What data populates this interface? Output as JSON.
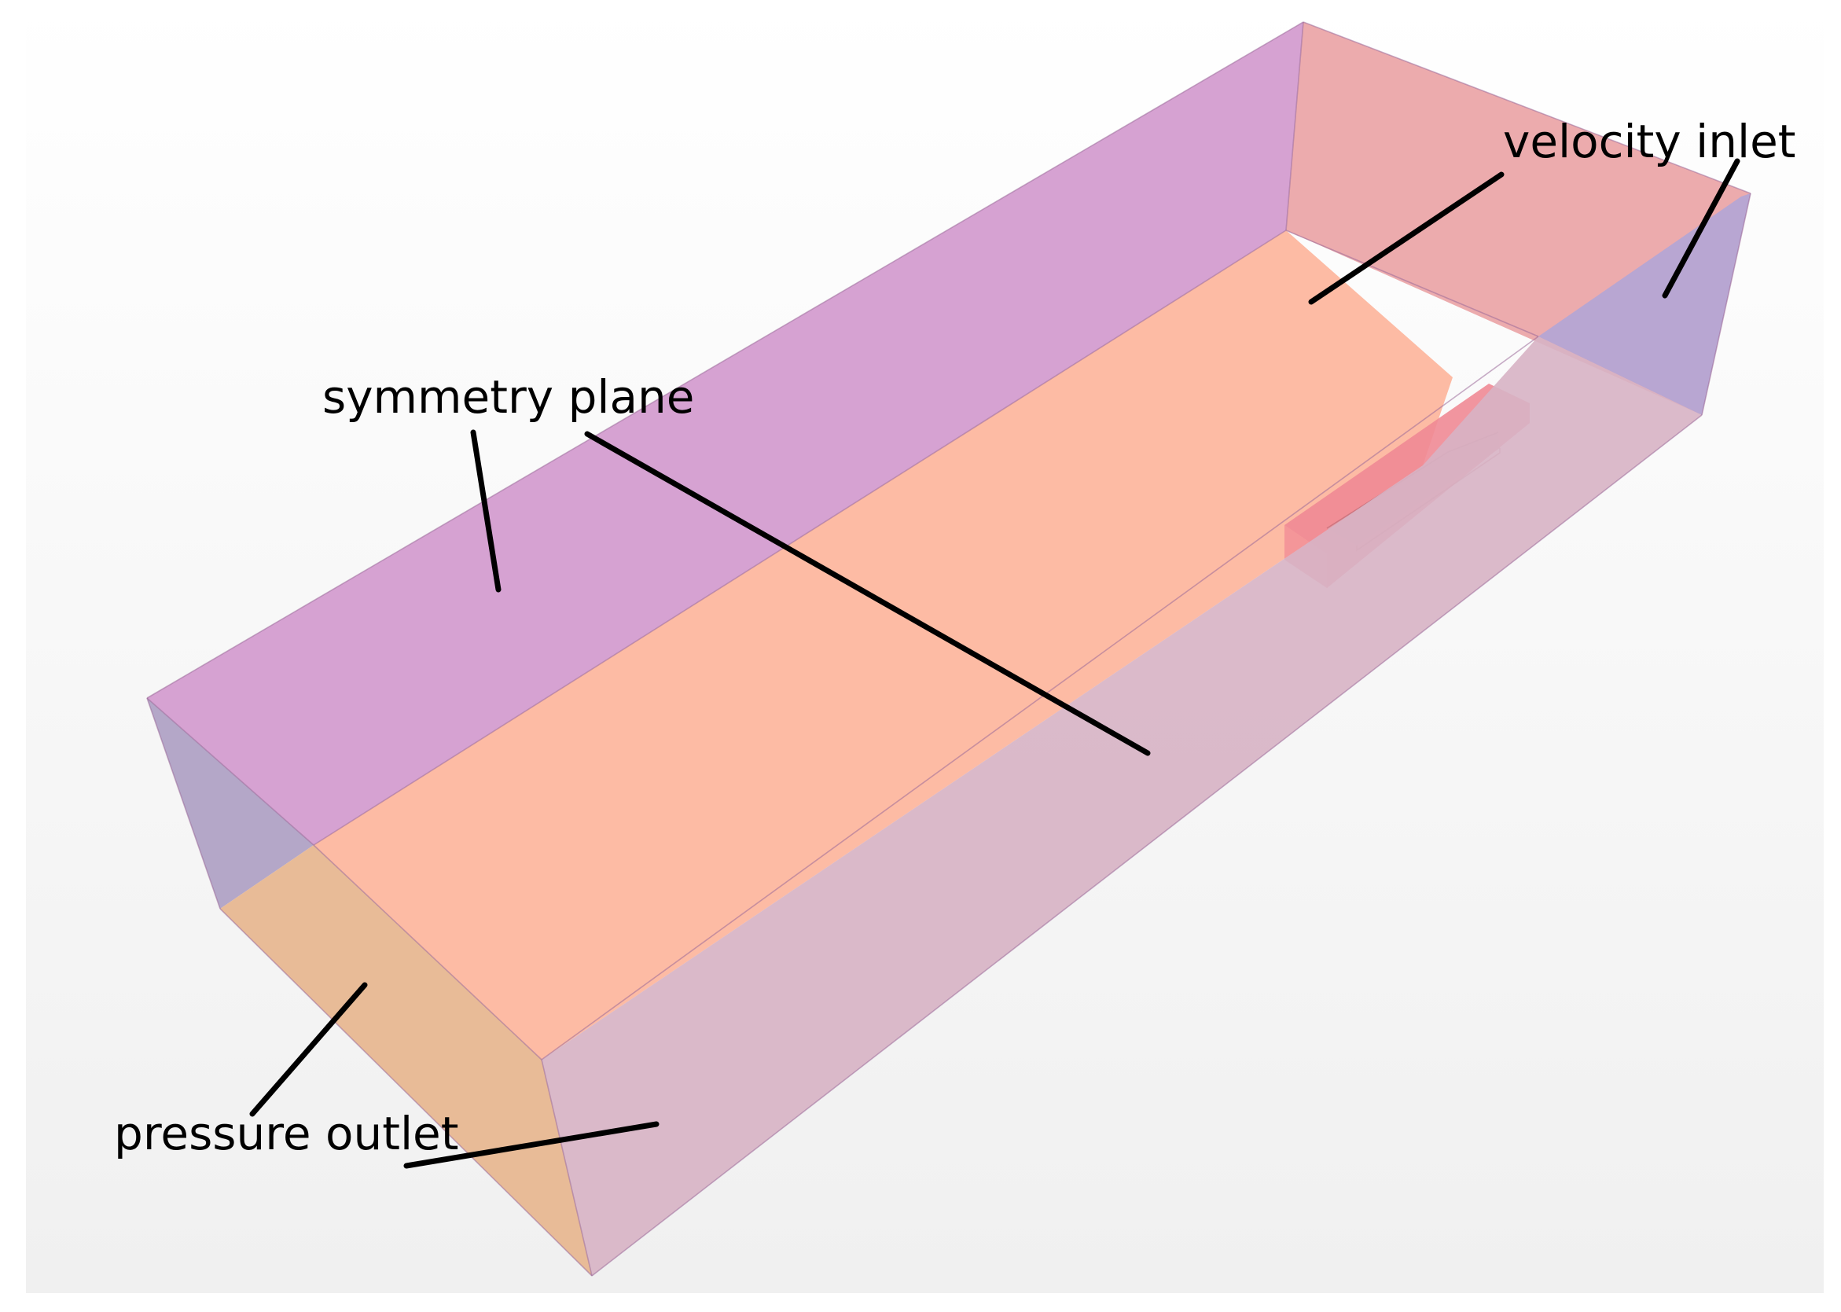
{
  "labels": {
    "symmetry_plane": "symmetry plane",
    "velocity_inlet": "velocity inlet",
    "pressure_outlet": "pressure outlet"
  },
  "colors": {
    "background_top": "#ffffff",
    "background_bottom": "#f0f0f0",
    "side_wall": "#d6a2d2",
    "bottom_floor": "#fdbba4",
    "front_wall": "#d7b3c4",
    "inlet_face": "#ecabad",
    "inlet_side": "#b8a6d2",
    "outlet_end": "#b4a7c8",
    "outlet_face": "#e8bb97",
    "refinement_box": "#f08a95",
    "hull": "#e89aa4",
    "leader_line": "#000000",
    "label_text": "#000000"
  },
  "icons": {
    "domain": "box-icon",
    "hull": "ship-hull-icon"
  }
}
